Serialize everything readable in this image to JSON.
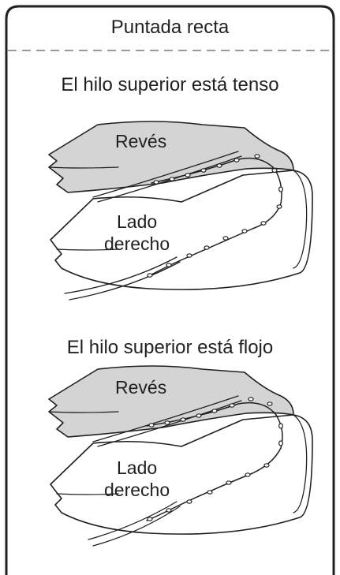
{
  "header": {
    "title": "Puntada recta"
  },
  "sections": [
    {
      "caption": "El hilo superior está tenso",
      "labels": {
        "back": "Revés",
        "front_line1": "Lado",
        "front_line2": "derecho"
      }
    },
    {
      "caption": "El hilo superior está flojo",
      "labels": {
        "back": "Revés",
        "front_line1": "Lado",
        "front_line2": "derecho"
      }
    }
  ],
  "colors": {
    "frame": "#231f20",
    "fabric_back": "#d4d4d4",
    "fabric_front": "#ffffff",
    "divider": "#9a9a9a"
  }
}
